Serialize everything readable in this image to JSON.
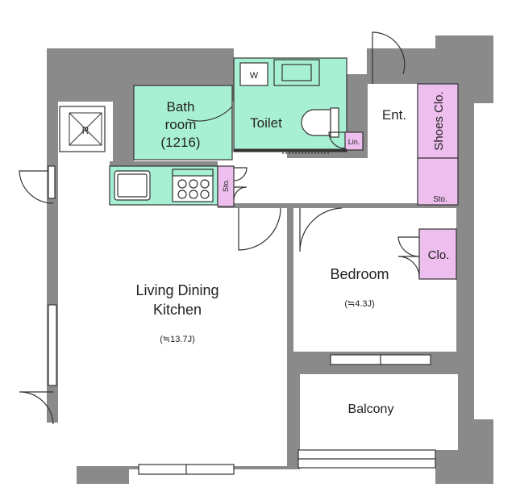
{
  "colors": {
    "wall": "#8a8a8a",
    "floor": "#ffffff",
    "wet_area": "#a8f0d4",
    "storage": "#eebfee",
    "line": "#333333"
  },
  "rooms": {
    "bath": {
      "line1": "Bath",
      "line2": "room",
      "size": "(1216)"
    },
    "toilet": {
      "label": "Toilet"
    },
    "washer": {
      "label": "W"
    },
    "linen": {
      "label": "Lin."
    },
    "entrance": {
      "label": "Ent."
    },
    "shoes_closet": {
      "label": "Shoes Clo."
    },
    "storage_right": {
      "label": "Sto."
    },
    "storage_small": {
      "label": "Sto."
    },
    "bedroom": {
      "label": "Bedroom",
      "area": "(≒4.3J)"
    },
    "bedroom_closet": {
      "label": "Clo."
    },
    "ldk": {
      "line1": "Living Dining",
      "line2": "Kitchen",
      "area": "(≒13.7J)"
    },
    "balcony": {
      "label": "Balcony"
    },
    "vent": {
      "label": "R"
    }
  }
}
